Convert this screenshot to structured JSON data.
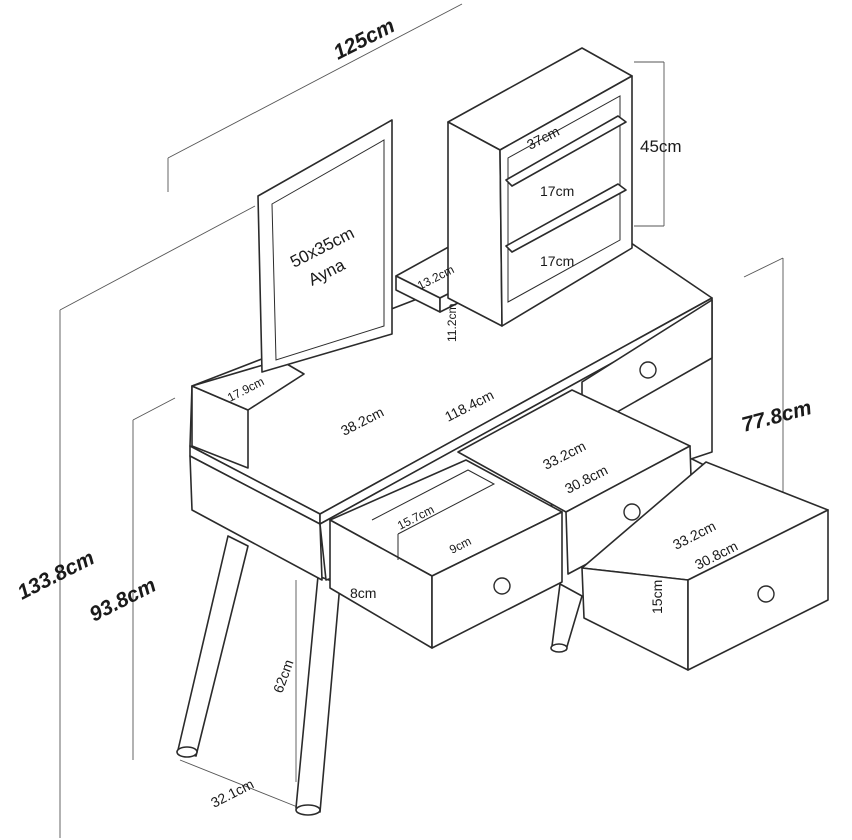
{
  "labels": {
    "total_width": "125cm",
    "upper_height": "45cm",
    "shelf_width": "37cm",
    "shelf_gap_1": "17cm",
    "shelf_gap_2": "17cm",
    "mirror_size": "50x35cm",
    "mirror_name": "Ayna",
    "small_shelf_depth": "13.2cm",
    "small_shelf_height": "11.2cm",
    "left_shelf_width": "17.9cm",
    "desk_width": "118.4cm",
    "desk_depth": "38.2cm",
    "drawer_depth_outer": "33.2cm",
    "drawer_depth_inner": "30.8cm",
    "right_drawer_depth_outer": "33.2cm",
    "right_drawer_depth_inner": "30.8cm",
    "right_drawer_height": "15cm",
    "desk_height_right": "77.8cm",
    "total_height": "133.8cm",
    "desk_height_left": "93.8cm",
    "leg_height": "62cm",
    "leg_spread": "32.1cm",
    "drawer_height": "8cm",
    "compartment_1": "15.7cm",
    "compartment_2": "9cm"
  }
}
